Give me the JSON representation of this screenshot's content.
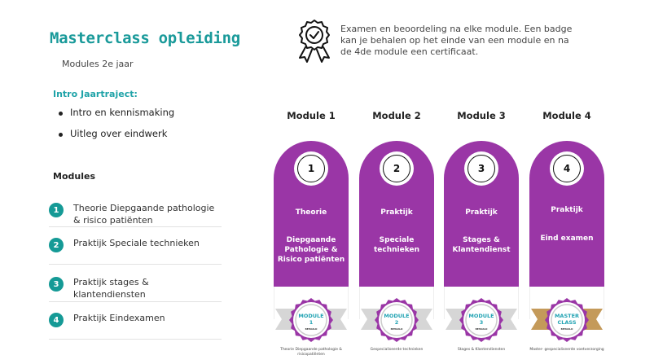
{
  "header": {
    "title": "Masterclass opleiding",
    "subtitle": "Modules 2e jaar"
  },
  "intro": {
    "heading": "Intro Jaartraject:",
    "bullets": [
      "Intro en kennismaking",
      "Uitleg over eindwerk"
    ]
  },
  "modules_section": {
    "heading": "Modules",
    "items": [
      {
        "num": "1",
        "label": "Theorie Diepgaande pathologie & risico patiënten"
      },
      {
        "num": "2",
        "label": "Praktijk Speciale technieken"
      },
      {
        "num": "3",
        "label": "Praktijk stages & klantendiensten"
      },
      {
        "num": "4",
        "label": "Praktijk Eindexamen"
      }
    ]
  },
  "note": {
    "icon": "award-badge-icon",
    "text": "Examen en beoordeling na elke module. Een badge kan je behalen op het einde van een module en na de 4de module een certificaat."
  },
  "columns": [
    {
      "heading": "Module 1",
      "num": "1",
      "kind": "Theorie",
      "desc": "Diepgaande Pathologie & Risico patiënten",
      "badge_title": "MODULE",
      "badge_sub": "1",
      "badge_small": "BEHAALD",
      "badge_caption": "Theorie Diepgaande pathologie & risicopatiënten",
      "ribbon": "#d6d6d6"
    },
    {
      "heading": "Module 2",
      "num": "2",
      "kind": "Praktijk",
      "desc": "Speciale technieken",
      "badge_title": "MODULE",
      "badge_sub": "2",
      "badge_small": "BEHAALD",
      "badge_caption": "Gespecialiseerde technieken",
      "ribbon": "#d6d6d6"
    },
    {
      "heading": "Module 3",
      "num": "3",
      "kind": "Praktijk",
      "desc": "Stages & Klantendienst",
      "badge_title": "MODULE",
      "badge_sub": "3",
      "badge_small": "BEHAALD",
      "badge_caption": "Stages & Klantendiensten",
      "ribbon": "#d6d6d6"
    },
    {
      "heading": "Module 4",
      "num": "4",
      "kind": "Praktijk",
      "desc": "Eind examen",
      "badge_title": "MASTER",
      "badge_sub": "CLASS",
      "badge_small": "BEHAALD",
      "badge_caption": "Master- gespecialiseerde voetverzorging",
      "ribbon": "#c49a5a"
    }
  ],
  "colors": {
    "teal": "#1a9a9a",
    "purple": "#9a36a6",
    "badge_teal": "#22a3b3"
  }
}
